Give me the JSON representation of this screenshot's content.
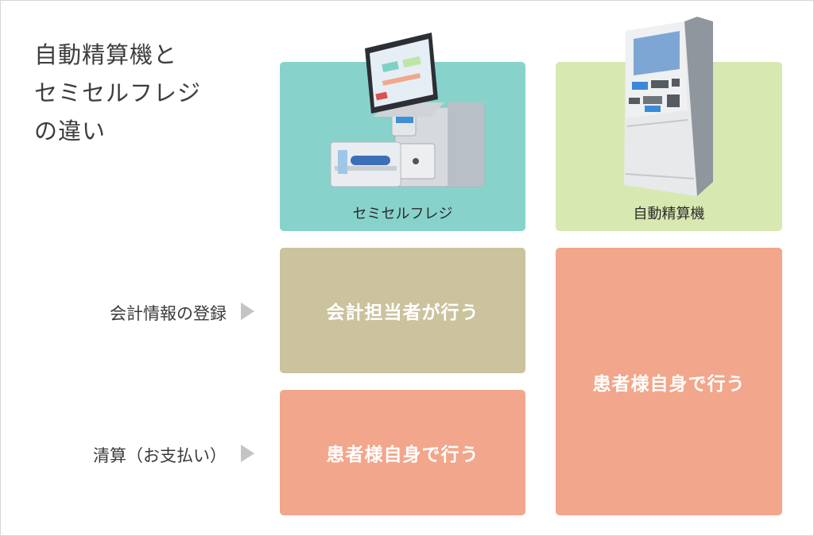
{
  "title": {
    "line1": "自動精算機と",
    "line2": "セミセルフレジ",
    "line3": "の違い"
  },
  "columns": {
    "semi_self": {
      "label": "セミセルフレジ"
    },
    "auto": {
      "label": "自動精算機"
    }
  },
  "rows": {
    "registration": {
      "label": "会計情報の登録"
    },
    "payment": {
      "label": "清算（お支払い）"
    }
  },
  "cells": {
    "semi_registration": "会計担当者が行う",
    "semi_payment": "患者様自身で行う",
    "auto_both": "患者様自身で行う"
  },
  "colors": {
    "teal": "#87d3cc",
    "green": "#d7e9b1",
    "tan": "#cbc29e",
    "salmon": "#f2a68b"
  }
}
